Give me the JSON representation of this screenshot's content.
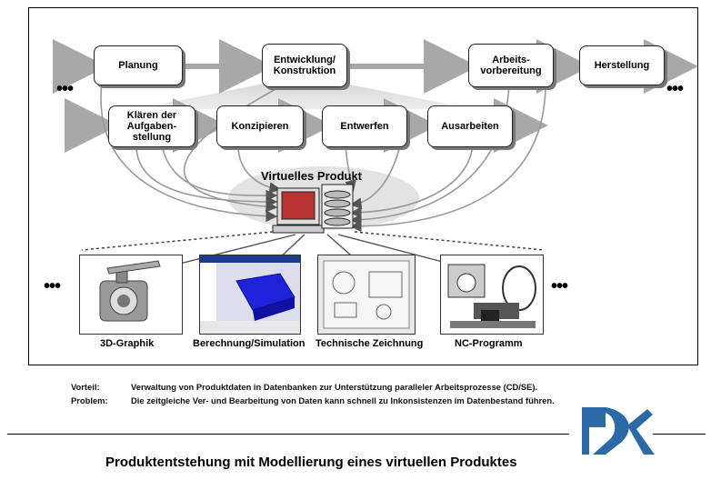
{
  "diagram": {
    "process_top": [
      "Planung",
      "Entwicklung/\nKonstruktion",
      "Arbeits-\nvorbereitung",
      "Herstellung"
    ],
    "process_sub": [
      "Klären der\nAufgaben-\nstellung",
      "Konzipieren",
      "Entwerfen",
      "Ausarbeiten"
    ],
    "ellipsis": "•••",
    "center_title": "Virtuelles Produkt",
    "applications": [
      "3D-Graphik",
      "Berechnung/Simulation",
      "Technische Zeichnung",
      "NC-Programm"
    ]
  },
  "notes": [
    {
      "label": "Vorteil:",
      "text": "Verwaltung von Produktdaten in Datenbanken zur Unterstützung paralleler Arbeitsprozesse (CD/SE)."
    },
    {
      "label": "Problem:",
      "text": "Die zeitgleiche Ver- und Bearbeitung von Daten kann schnell zu Inkonsistenzen im Datenbestand führen."
    }
  ],
  "footer": {
    "title": "Produktentstehung mit Modellierung eines virtuellen Produktes"
  },
  "colors": {
    "arrow_gray": "#a8a8a8",
    "curve_gray": "#8c8c8c",
    "logo_blue": "#2c6aa6"
  }
}
